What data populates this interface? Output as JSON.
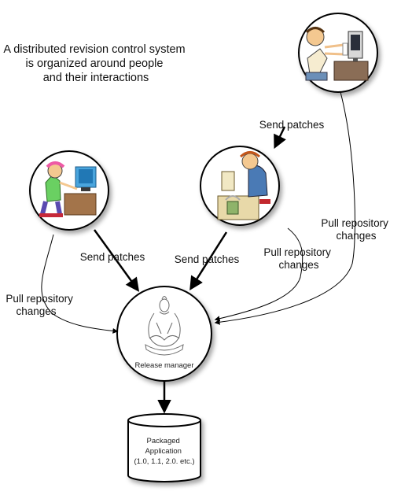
{
  "title_lines": [
    "A distributed revision control system",
    "is organized around people",
    "and their interactions"
  ],
  "nodes": {
    "developer_top": {
      "icon": "frustrated-developer-at-desk"
    },
    "developer_middle": {
      "icon": "developer-at-messy-desk"
    },
    "developer_left": {
      "icon": "girl-at-computer"
    },
    "release_manager": {
      "label": "Release manager",
      "icon": "meditating-buddha"
    },
    "package": {
      "lines": [
        "Packaged",
        "Application",
        "(1.0, 1.1, 2.0. etc.)"
      ],
      "icon": "database-cylinder"
    }
  },
  "edges": [
    {
      "from": "developer_top",
      "to": "developer_middle",
      "label": "Send patches"
    },
    {
      "from": "developer_left",
      "to": "release_manager",
      "label": "Send patches"
    },
    {
      "from": "developer_middle",
      "to": "release_manager",
      "label": "Send patches"
    },
    {
      "from": "developer_left",
      "to": "release_manager",
      "label_lines": [
        "Pull repository",
        "changes"
      ]
    },
    {
      "from": "developer_middle",
      "to": "release_manager",
      "label_lines": [
        "Pull repository",
        "changes"
      ]
    },
    {
      "from": "developer_top",
      "to": "release_manager",
      "label_lines": [
        "Pull repository",
        "changes"
      ]
    },
    {
      "from": "release_manager",
      "to": "package"
    }
  ],
  "colors": {
    "stroke": "#000000",
    "fill": "#ffffff"
  }
}
